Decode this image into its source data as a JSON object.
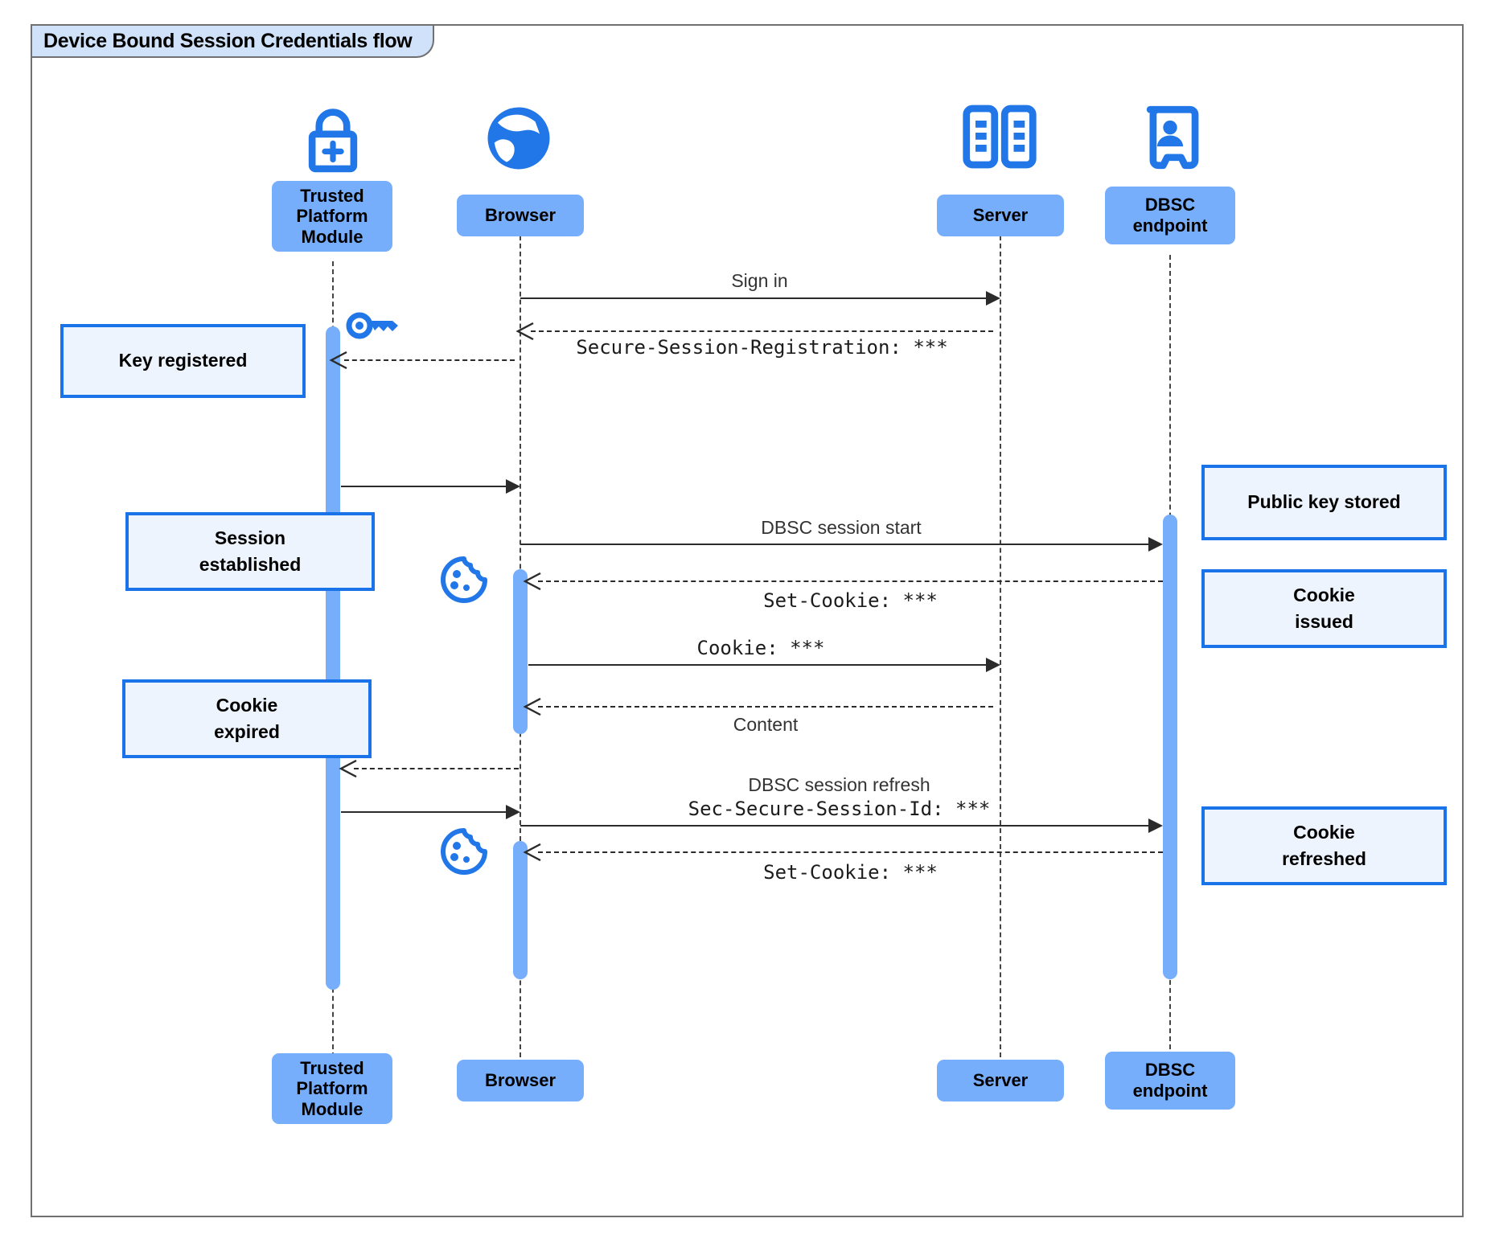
{
  "diagram": {
    "title": "Device Bound Session Credentials flow",
    "type": "uml-sequence-diagram",
    "colors": {
      "participant_fill": "#77aefc",
      "note_fill": "#eef4fe",
      "note_border": "#1a73e8",
      "icon_blue": "#2176e8",
      "activation_fill": "#77aefc",
      "frame_border": "#707070",
      "title_fill": "#cfe2f9"
    }
  },
  "participants": [
    {
      "id": "tpm",
      "label": "Trusted\nPlatform\nModule",
      "label_top": "Trusted Platform Module",
      "icon": "lock-plus-icon"
    },
    {
      "id": "browser",
      "label": "Browser",
      "icon": "globe-icon"
    },
    {
      "id": "server",
      "label": "Server",
      "icon": "server-rack-icon"
    },
    {
      "id": "dbsc",
      "label": "DBSC\nendpoint",
      "icon": "id-badge-icon"
    }
  ],
  "participant_labels": {
    "tpm_line1": "Trusted",
    "tpm_line2": "Platform",
    "tpm_line3": "Module",
    "browser": "Browser",
    "server": "Server",
    "dbsc_line1": "DBSC",
    "dbsc_line2": "endpoint"
  },
  "messages": [
    {
      "index": 1,
      "from": "browser",
      "to": "server",
      "label": "Sign in",
      "style": "solid",
      "font": "sans"
    },
    {
      "index": 2,
      "from": "server",
      "to": "browser",
      "label": "Secure-Session-Registration: ***",
      "style": "dashed",
      "font": "mono"
    },
    {
      "index": 3,
      "from": "browser",
      "to": "tpm",
      "label": "",
      "style": "dashed",
      "font": "sans"
    },
    {
      "index": 4,
      "from": "tpm",
      "to": "browser",
      "label": "",
      "style": "solid",
      "font": "sans"
    },
    {
      "index": 5,
      "from": "browser",
      "to": "dbsc",
      "label": "DBSC session start",
      "style": "solid",
      "font": "sans"
    },
    {
      "index": 6,
      "from": "dbsc",
      "to": "browser",
      "label": "Set-Cookie: ***",
      "style": "dashed",
      "font": "mono"
    },
    {
      "index": 7,
      "from": "browser",
      "to": "server",
      "label": "Cookie: ***",
      "style": "solid",
      "font": "mono"
    },
    {
      "index": 8,
      "from": "server",
      "to": "browser",
      "label": "Content",
      "style": "dashed",
      "font": "sans"
    },
    {
      "index": 9,
      "from": "browser",
      "to": "tpm",
      "label": "",
      "style": "dashed",
      "font": "sans"
    },
    {
      "index": 10,
      "from": "tpm",
      "to": "browser",
      "label": "",
      "style": "solid",
      "font": "sans"
    },
    {
      "index": 11,
      "from": "browser",
      "to": "dbsc",
      "label_line1": "DBSC session refresh",
      "label_line2": "Sec-Secure-Session-Id: ***",
      "style": "solid",
      "font": "mixed"
    },
    {
      "index": 12,
      "from": "dbsc",
      "to": "browser",
      "label": "Set-Cookie: ***",
      "style": "dashed",
      "font": "mono"
    }
  ],
  "message_labels": {
    "sign_in": "Sign in",
    "secure_session_registration": "Secure-Session-Registration: ***",
    "dbsc_session_start": "DBSC session start",
    "set_cookie_1": "Set-Cookie: ***",
    "cookie": "Cookie: ***",
    "content": "Content",
    "dbsc_session_refresh": "DBSC session refresh",
    "sec_secure_session_id": "Sec-Secure-Session-Id: ***",
    "set_cookie_2": "Set-Cookie: ***"
  },
  "notes": [
    {
      "id": "key-registered",
      "side": "left",
      "text": "Key registered",
      "attached_to": "tpm"
    },
    {
      "id": "session-established",
      "side": "left",
      "line1": "Session",
      "line2": "established",
      "attached_to": "tpm"
    },
    {
      "id": "cookie-expired",
      "side": "left",
      "line1": "Cookie",
      "line2": "expired",
      "attached_to": "tpm"
    },
    {
      "id": "public-key-stored",
      "side": "right",
      "text": "Public key stored",
      "attached_to": "dbsc"
    },
    {
      "id": "cookie-issued",
      "side": "right",
      "line1": "Cookie",
      "line2": "issued",
      "attached_to": "dbsc"
    },
    {
      "id": "cookie-refreshed",
      "side": "right",
      "line1": "Cookie",
      "line2": "refreshed",
      "attached_to": "dbsc"
    }
  ],
  "note_labels": {
    "key_registered": "Key registered",
    "session_established_l1": "Session",
    "session_established_l2": "established",
    "cookie_expired_l1": "Cookie",
    "cookie_expired_l2": "expired",
    "public_key_stored": "Public key stored",
    "cookie_issued_l1": "Cookie",
    "cookie_issued_l2": "issued",
    "cookie_refreshed_l1": "Cookie",
    "cookie_refreshed_l2": "refreshed"
  },
  "inline_icons": [
    {
      "id": "key-icon",
      "near": "tpm",
      "depicts": "key"
    },
    {
      "id": "cookie-icon-1",
      "near": "browser",
      "depicts": "cookie"
    },
    {
      "id": "cookie-icon-2",
      "near": "browser",
      "depicts": "cookie"
    }
  ]
}
